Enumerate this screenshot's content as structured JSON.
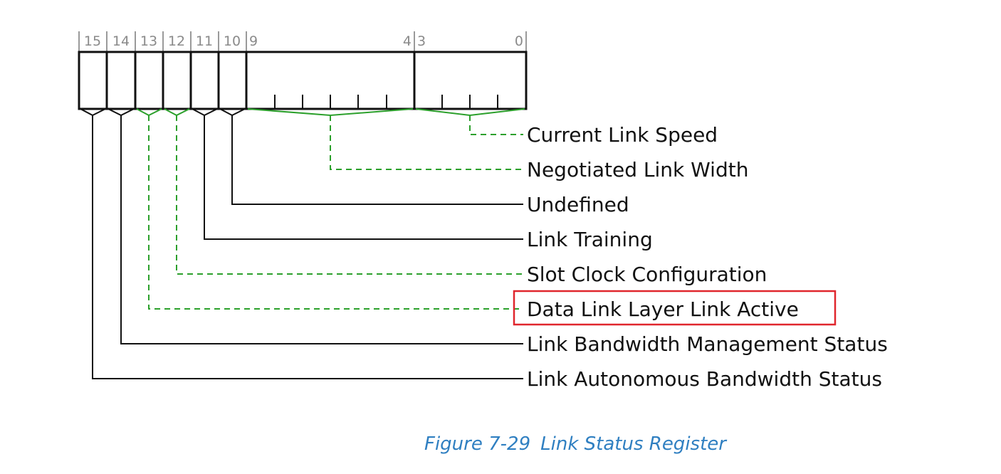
{
  "register": {
    "bit_labels": [
      "15",
      "14",
      "13",
      "12",
      "11",
      "10",
      "9",
      "4",
      "3",
      "0"
    ]
  },
  "fields": [
    {
      "label": "Current Link Speed",
      "bits": "3:0",
      "style": "dashed",
      "highlighted": false
    },
    {
      "label": "Negotiated Link Width",
      "bits": "9:4",
      "style": "dashed",
      "highlighted": false
    },
    {
      "label": "Undefined",
      "bits": "10",
      "style": "solid",
      "highlighted": false
    },
    {
      "label": "Link Training",
      "bits": "11",
      "style": "solid",
      "highlighted": false
    },
    {
      "label": "Slot Clock Configuration",
      "bits": "12",
      "style": "dashed",
      "highlighted": false
    },
    {
      "label": "Data Link Layer Link Active",
      "bits": "13",
      "style": "dashed",
      "highlighted": true
    },
    {
      "label": "Link Bandwidth Management Status",
      "bits": "14",
      "style": "solid",
      "highlighted": false
    },
    {
      "label": "Link Autonomous Bandwidth Status",
      "bits": "15",
      "style": "solid",
      "highlighted": false
    }
  ],
  "caption": {
    "number": "Figure  7-29",
    "title": "Link Status Register"
  },
  "colors": {
    "line": "#111111",
    "green": "#2ca02c",
    "highlight": "#e0262d",
    "caption": "#2f7fc1",
    "bit_number": "#8a8a8a"
  }
}
